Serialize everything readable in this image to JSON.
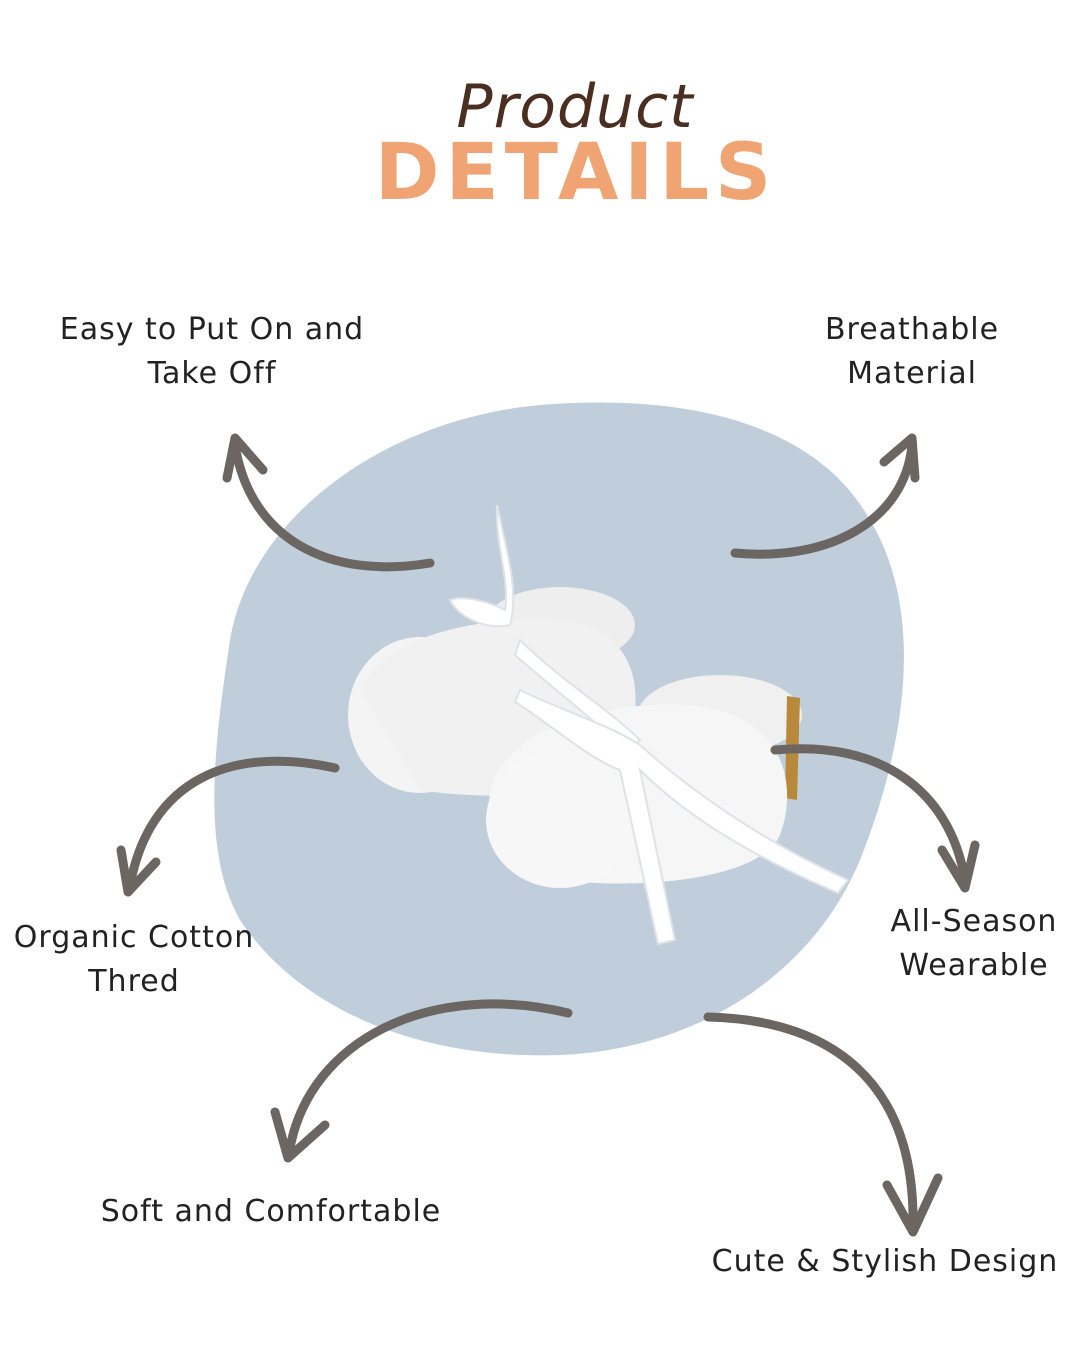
{
  "header": {
    "script_word": "Product",
    "bold_word": "DETAILS"
  },
  "features": {
    "easy_on_off": [
      "Easy to Put On and",
      "Take Off"
    ],
    "breathable": [
      "Breathable",
      "Material"
    ],
    "organic_cotton": [
      "Organic Cotton",
      "Thred"
    ],
    "all_season": [
      "All-Season",
      "Wearable"
    ],
    "soft_comfortable": "Soft and Comfortable",
    "cute_stylish": "Cute & Stylish Design"
  },
  "colors": {
    "script_title": "#4a2e1f",
    "bold_title": "#f0a474",
    "blob": "#c0cedb",
    "arrow": "#6b6661",
    "bootie": "#f6f6f6",
    "ribbon": "#ffffff",
    "tag": "#b8893a"
  },
  "icons": [
    "curved-arrow-icon"
  ]
}
